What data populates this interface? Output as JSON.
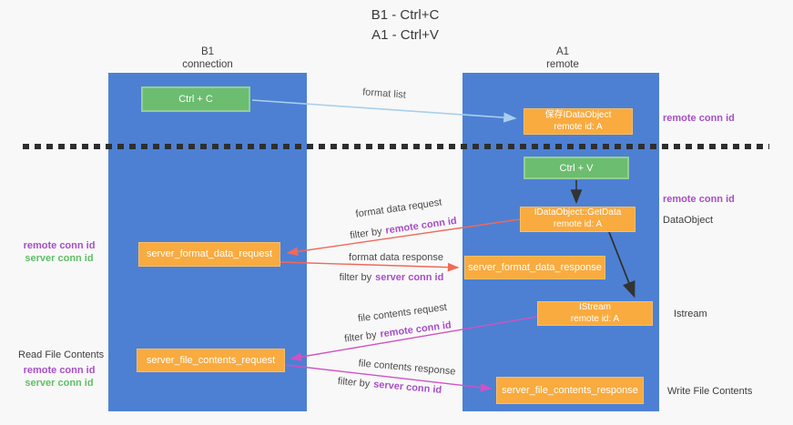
{
  "title": {
    "line1": "B1 - Ctrl+C",
    "line2": "A1 - Ctrl+V"
  },
  "lanes": {
    "b1": {
      "name": "B1",
      "subtitle": "connection"
    },
    "a1": {
      "name": "A1",
      "subtitle": "remote"
    }
  },
  "boxes": {
    "ctrl_c": {
      "label": "Ctrl + C"
    },
    "ctrl_v": {
      "label": "Ctrl + V"
    },
    "save_dataobject": {
      "line1": "保存IDataObject",
      "line2": "remote id: A"
    },
    "getdata": {
      "line1": "IDataObject::GetData",
      "line2": "remote id: A"
    },
    "istream": {
      "line1": "IStream",
      "line2": "remote id: A"
    },
    "format_request": {
      "label": "server_format_data_request"
    },
    "format_response": {
      "label": "server_format_data_response"
    },
    "file_request": {
      "label": "server_file_contents_request"
    },
    "file_response": {
      "label": "server_file_contents_response"
    }
  },
  "arrow_labels": {
    "format_list": "format list",
    "format_data_request": "format data request",
    "format_data_response": "format data response",
    "file_contents_request": "file contents request",
    "file_contents_response": "file contents response",
    "filter_by": "filter by",
    "remote_conn_id": "remote conn id",
    "server_conn_id": "server conn id"
  },
  "left_labels": {
    "remote_conn_id": "remote conn id",
    "server_conn_id": "server conn id",
    "read_file_contents": "Read File Contents",
    "remote_conn_id_2": "remote conn id",
    "server_conn_id_2": "server conn id"
  },
  "right_labels": {
    "remote_conn_id_top": "remote conn id",
    "remote_conn_id_mid": "remote conn id",
    "dataobject": "DataObject",
    "istream": "Istream",
    "write_file_contents": "Write File Contents"
  },
  "colors": {
    "lane_blue": "#4d80d3",
    "box_orange": "#f9ab3f",
    "box_green": "#6cbd6f",
    "remote_id_purple": "#a64fc6",
    "server_id_green": "#5fbe67",
    "arrow_salmon": "#f0695a",
    "arrow_magenta": "#cf52c4",
    "arrow_lightblue": "#a8cfee",
    "arrow_black": "#333333",
    "background": "#f8f8f8"
  }
}
